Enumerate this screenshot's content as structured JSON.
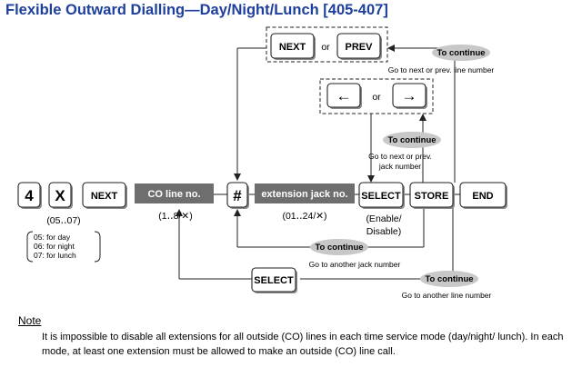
{
  "title": "Flexible Outward Dialling—Day/Night/Lunch [405-407]",
  "keys": {
    "four": "4",
    "x": "X",
    "next": "NEXT",
    "prev": "PREV",
    "or_top": "or",
    "or_arrows": "or",
    "left_arrow": "←",
    "right_arrow": "→",
    "hash": "#",
    "select": "SELECT",
    "store": "STORE",
    "end": "END",
    "select_bottom": "SELECT"
  },
  "inputs": {
    "co_line": "CO line no.",
    "extension_jack": "extension jack no."
  },
  "ranges": {
    "mode_range": "(05‥07)",
    "co_range": "(1‥8/✕)",
    "ext_range": "(01‥24/✕)",
    "select_enable": "(Enable/",
    "select_disable": "Disable)"
  },
  "modes": [
    "05: for day",
    "06: for night",
    "07: for lunch"
  ],
  "continue_labels": {
    "top": "To continue",
    "arrows": "To continue",
    "jack": "To continue",
    "line": "To continue"
  },
  "captions": {
    "top": "Go to next or prev. line number",
    "arrows_1": "Go to next or prev.",
    "arrows_2": "jack number",
    "jack": "Go to another jack number",
    "line": "Go to another line number"
  },
  "note": {
    "heading": "Note",
    "body": "It is impossible to disable all extensions for all outside (CO) lines in each time service mode (day/night/ lunch). In each mode, at least one extension must be allowed to make an outside (CO) line call."
  }
}
